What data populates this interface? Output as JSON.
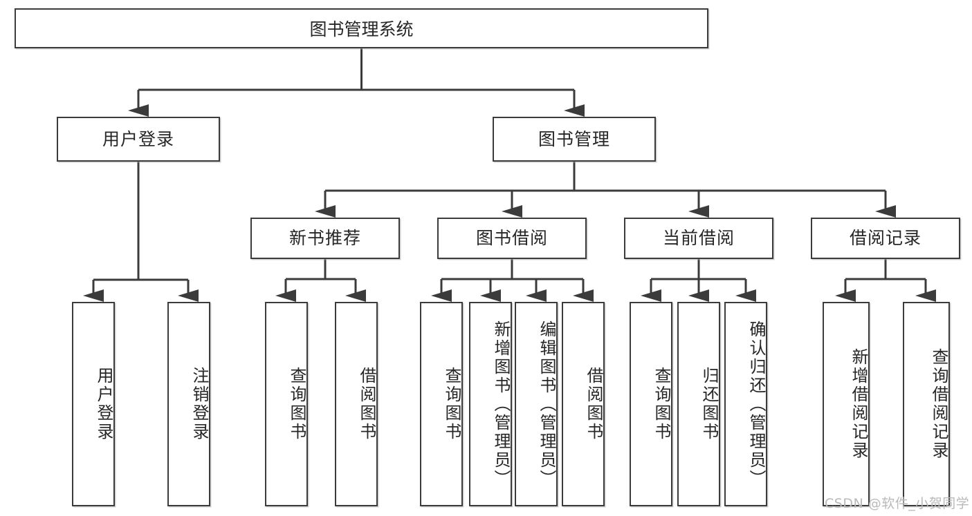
{
  "diagram": {
    "title": "图书管理系统",
    "type": "tree-hierarchy-chart",
    "line_color": "#3b3b3b",
    "box_fill": "#ffffff",
    "text_color": "#262626",
    "watermark": "CSDN @软件_小贺同学"
  },
  "nodes": {
    "root": {
      "label": "图书管理系统"
    },
    "level2": [
      {
        "label": "用户登录"
      },
      {
        "label": "图书管理"
      }
    ],
    "level3": [
      {
        "label": "新书推荐"
      },
      {
        "label": "图书借阅"
      },
      {
        "label": "当前借阅"
      },
      {
        "label": "借阅记录"
      }
    ],
    "leaves": {
      "user_login": [
        {
          "label": "用户登录"
        },
        {
          "label": "注销登录"
        }
      ],
      "new_book_recommend": [
        {
          "label": "查询图书"
        },
        {
          "label": "借阅图书"
        }
      ],
      "book_borrow": [
        {
          "label": "查询图书"
        },
        {
          "label": "新增图书（管理员）"
        },
        {
          "label": "编辑图书（管理员）"
        },
        {
          "label": "借阅图书"
        }
      ],
      "current_borrow": [
        {
          "label": "查询图书"
        },
        {
          "label": "归还图书"
        },
        {
          "label": "确认归还（管理员）"
        }
      ],
      "borrow_record": [
        {
          "label": "新增借阅记录"
        },
        {
          "label": "查询借阅记录"
        }
      ]
    }
  }
}
